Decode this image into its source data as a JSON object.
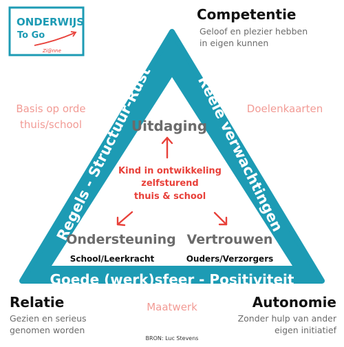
{
  "logo": {
    "line1": "ONDERWIJS",
    "line2": "To Go",
    "signature": "Zi@nne"
  },
  "corners": {
    "competence": {
      "title": "Competentie",
      "line1": "Geloof en plezier hebben",
      "line2": "in eigen kunnen"
    },
    "relation": {
      "title": "Relatie",
      "line1": "Gezien en serieus",
      "line2": "genomen worden"
    },
    "autonomy": {
      "title": "Autonomie",
      "line1": "Zonder hulp van ander",
      "line2": "eigen initiatief"
    }
  },
  "side_notes": {
    "left_line1": "Basis op orde",
    "left_line2": "thuis/school",
    "right": "Doelenkaarten",
    "bottom": "Maatwerk"
  },
  "triangle_edges": {
    "left": "Regels - Structuur-Rust",
    "right": "Reële verwachtingen",
    "bottom": "Goede (werk)sfeer - Positiviteit"
  },
  "center": {
    "line1": "Kind in ontwikkeling",
    "line2": "zelfsturend",
    "line3": "thuis & school"
  },
  "nodes": {
    "top": "Uitdaging",
    "left": "Ondersteuning",
    "left_sub": "School/Leerkracht",
    "right": "Vertrouwen",
    "right_sub": "Ouders/Verzorgers"
  },
  "source": "BRON: Luc Stevens",
  "colors": {
    "teal": "#1d9bb4",
    "pink": "#f29b95",
    "red": "#e8413a",
    "gray": "#6b6b6b",
    "dark": "#111111"
  }
}
